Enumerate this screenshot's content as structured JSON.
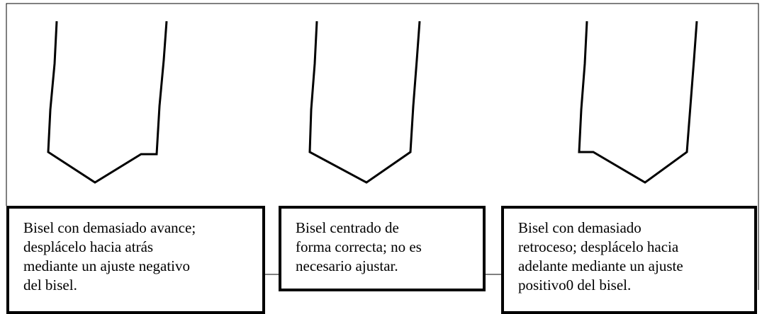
{
  "captions": {
    "left": "Bisel con demasiado avance;\ndesplácelo hacia atrás\nmediante un ajuste negativo\ndel bisel.",
    "middle": "Bisel centrado de\nforma correcta; no es\nnecesario ajustar.",
    "right": "Bisel con demasiado\nretroceso; desplácelo hacia\nadelante mediante un ajuste\npositivo0 del bisel."
  },
  "colors": {
    "line": "#000000",
    "background": "#ffffff"
  }
}
